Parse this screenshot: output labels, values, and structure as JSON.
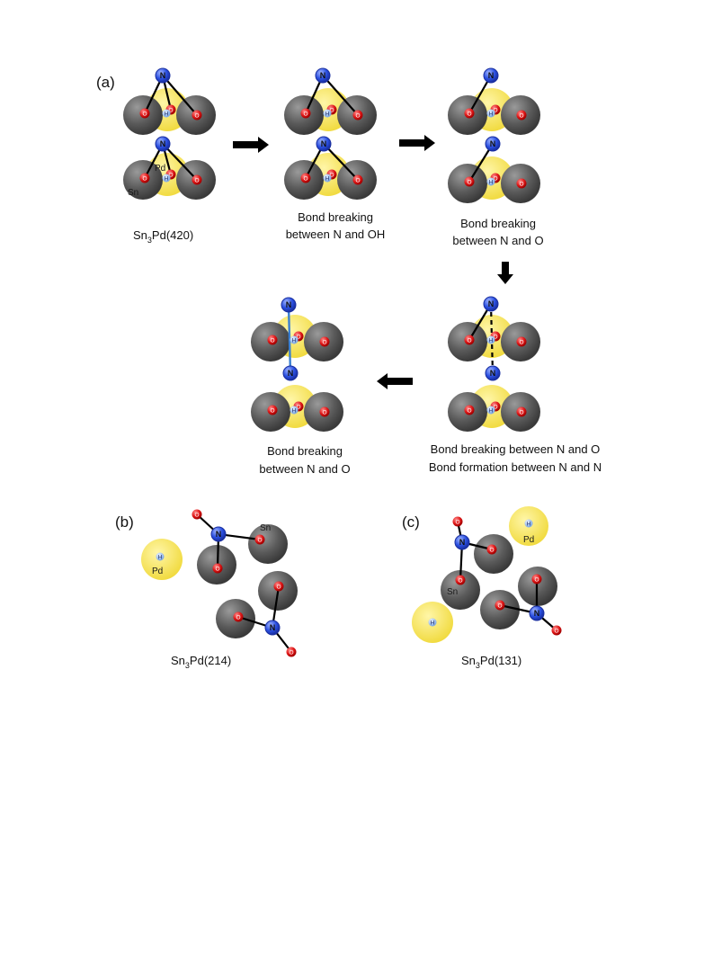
{
  "panels": {
    "a": "(a)",
    "b": "(b)",
    "c": "(c)"
  },
  "atom_labels": {
    "pd": "Pd",
    "sn": "Sn",
    "n": "N",
    "o": "O",
    "h": "H"
  },
  "structures": {
    "s1": {
      "formula_base": "Sn",
      "formula_sub": "3",
      "formula_rest": "Pd(420)"
    },
    "b": {
      "formula_base": "Sn",
      "formula_sub": "3",
      "formula_rest": "Pd(214)"
    },
    "c": {
      "formula_base": "Sn",
      "formula_sub": "3",
      "formula_rest": "Pd(131)"
    }
  },
  "captions": {
    "s2": [
      "Bond breaking",
      "between N and OH"
    ],
    "s3": [
      "Bond breaking",
      "between N and O"
    ],
    "s4": [
      "Bond breaking between N and O",
      "Bond formation between N and N"
    ],
    "s5": [
      "Bond breaking",
      "between N and O"
    ]
  },
  "colors": {
    "sn": "#5a5a5a",
    "pd": "#f2e04a",
    "n": "#2a4fe0",
    "o": "#e01818",
    "h": "#8fb6ea",
    "bond": "#000000",
    "nn_bond": "#3a7fd0",
    "arrow": "#000000"
  }
}
